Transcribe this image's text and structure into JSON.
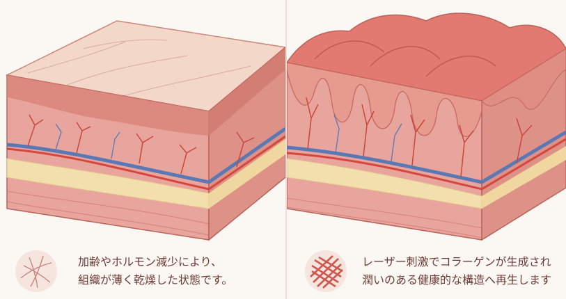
{
  "left_panel": {
    "caption_line1": "加齢やホルモン減少により、",
    "caption_line2": "組織が薄く乾燥した状態です。",
    "icon": "sparse-fiber-icon"
  },
  "right_panel": {
    "caption_line1": "レーザー刺激でコラーゲンが生成され",
    "caption_line2": "潤いのある健康的な構造へ再生します",
    "icon": "dense-collagen-mesh-icon"
  },
  "colors": {
    "tissue": "#e8a59d",
    "tissue_dark": "#c9675f",
    "skin_top": "#f3d8c9",
    "fat": "#f3dfae",
    "artery": "#d5463d",
    "vein": "#5a78b3",
    "caption_text": "#6e3c36"
  }
}
